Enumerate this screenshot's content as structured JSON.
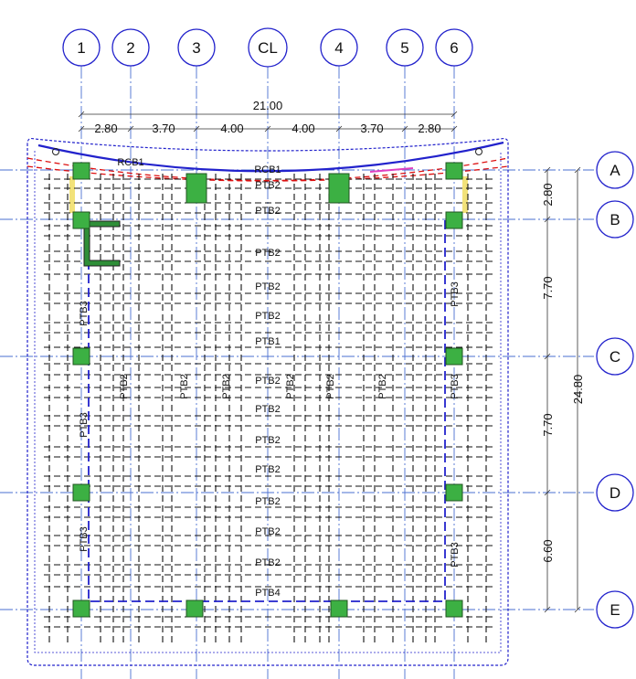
{
  "grid_columns": [
    "1",
    "2",
    "3",
    "CL",
    "4",
    "5",
    "6"
  ],
  "grid_rows": [
    "A",
    "B",
    "C",
    "D",
    "E"
  ],
  "dimensions": {
    "overall_width": "21.00",
    "bay_widths": [
      "2.80",
      "3.70",
      "4.00",
      "4.00",
      "3.70",
      "2.80"
    ],
    "overall_depth": "24.80",
    "bay_depths": [
      "2.80",
      "7.70",
      "7.70",
      "6.60"
    ]
  },
  "beams": {
    "rcb_top": "RCB1",
    "rcb_main": "RCB1",
    "horizontal": [
      "PTB2",
      "PTB2",
      "PTB2",
      "PTB2",
      "PTB2",
      "PTB1",
      "PTB2",
      "PTB2",
      "PTB2",
      "PTB2",
      "PTB2",
      "PTB2",
      "PTB2",
      "PTB4"
    ],
    "vertical": [
      "PTB2",
      "PTB2",
      "PTB2",
      "PTB2",
      "PTB2",
      "PTB2"
    ],
    "edge_left": [
      "PTB3",
      "PTB3",
      "PTB3"
    ],
    "edge_right": [
      "PTB3",
      "PTB3",
      "PTB3"
    ]
  },
  "colors": {
    "column_fill": "#3cb043",
    "outline": "#2222cc",
    "prestress_line": "#dd1111",
    "grid_line": "#4a6fd0",
    "beam_line": "#111111",
    "cantilever_edge": "#f2e27a"
  }
}
